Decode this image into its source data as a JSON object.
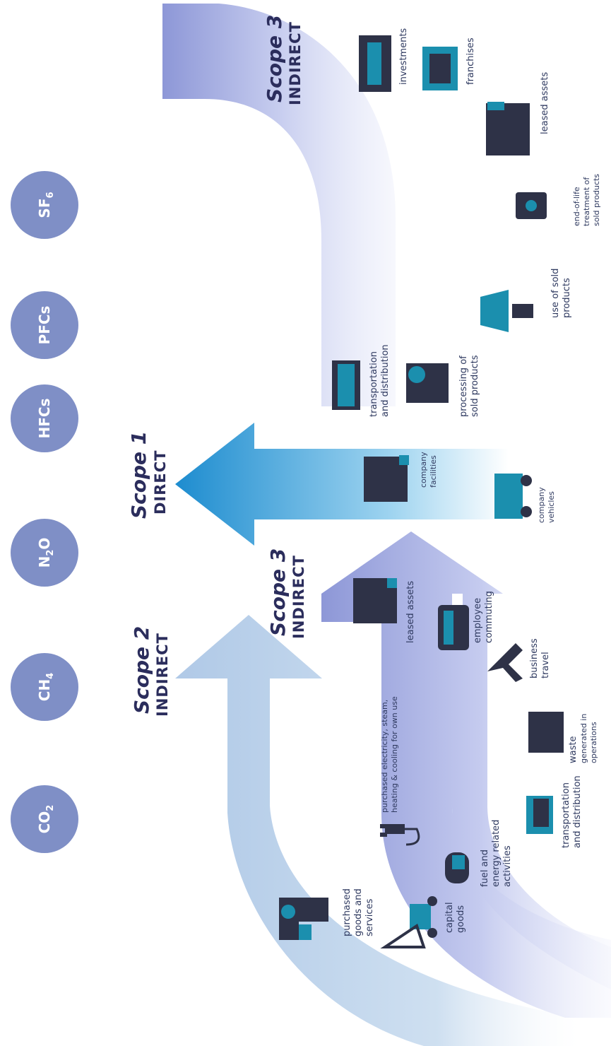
{
  "gases": [
    {
      "base": "CO",
      "sub": "2"
    },
    {
      "base": "CH",
      "sub": "4"
    },
    {
      "base": "N",
      "sub": "2",
      "tail": "O"
    },
    {
      "base": "HFCs",
      "sub": ""
    },
    {
      "base": "PFCs",
      "sub": ""
    },
    {
      "base": "SF",
      "sub": "6"
    }
  ],
  "scopes": {
    "scope2": {
      "title": "Scope 2",
      "type": "INDIRECT"
    },
    "scope3_upstream": {
      "title": "Scope 3",
      "type": "INDIRECT"
    },
    "scope1": {
      "title": "Scope 1",
      "type": "DIRECT"
    },
    "scope3_downstream": {
      "title": "Scope 3",
      "type": "INDIRECT"
    }
  },
  "labels": {
    "purchased_goods": [
      "purchased",
      "goods and",
      "services"
    ],
    "capital_goods": [
      "capital",
      "goods"
    ],
    "fuel_energy": [
      "fuel and",
      "energy related",
      "activities"
    ],
    "electricity": [
      "purchased electricity, steam,",
      "heating & cooling for own use"
    ],
    "transport_up": [
      "transportation",
      "and distribution"
    ],
    "waste": [
      "waste",
      "generated in",
      "operations"
    ],
    "business_travel": [
      "business",
      "travel"
    ],
    "employee_commuting": [
      "employee",
      "commuting"
    ],
    "leased_up": [
      "leased assets"
    ],
    "company_facilities": [
      "company",
      "facilities"
    ],
    "company_vehicles": [
      "company",
      "vehicles"
    ],
    "transport_down": [
      "transportation",
      "and distribution"
    ],
    "processing": [
      "processing of",
      "sold products"
    ],
    "use_sold": [
      "use of sold",
      "products"
    ],
    "end_of_life": [
      "end-of-life",
      "treatment of",
      "sold products"
    ],
    "leased_down": [
      "leased assets"
    ],
    "franchises": [
      "franchises"
    ],
    "investments": [
      "investments"
    ]
  },
  "icons": [
    "factory-icon",
    "excavator-icon",
    "fuel-truck-icon",
    "power-plug-icon",
    "ship-icon",
    "waste-bin-icon",
    "airplane-icon",
    "train-icon",
    "office-building-icon",
    "truck-icon",
    "lightbulb-icon",
    "recycle-bin-icon",
    "storefront-icon",
    "briefcase-icon"
  ],
  "colors": {
    "gas_circle": "#7f8fc6",
    "scope_text": "#2b2d5c",
    "scope1_arrow": "#1f8fd0",
    "scope2_arrow": "#a9c6e6",
    "scope3_arrow": "#8e98d6",
    "icon_dark": "#2e3247",
    "icon_teal": "#1b8fae"
  }
}
